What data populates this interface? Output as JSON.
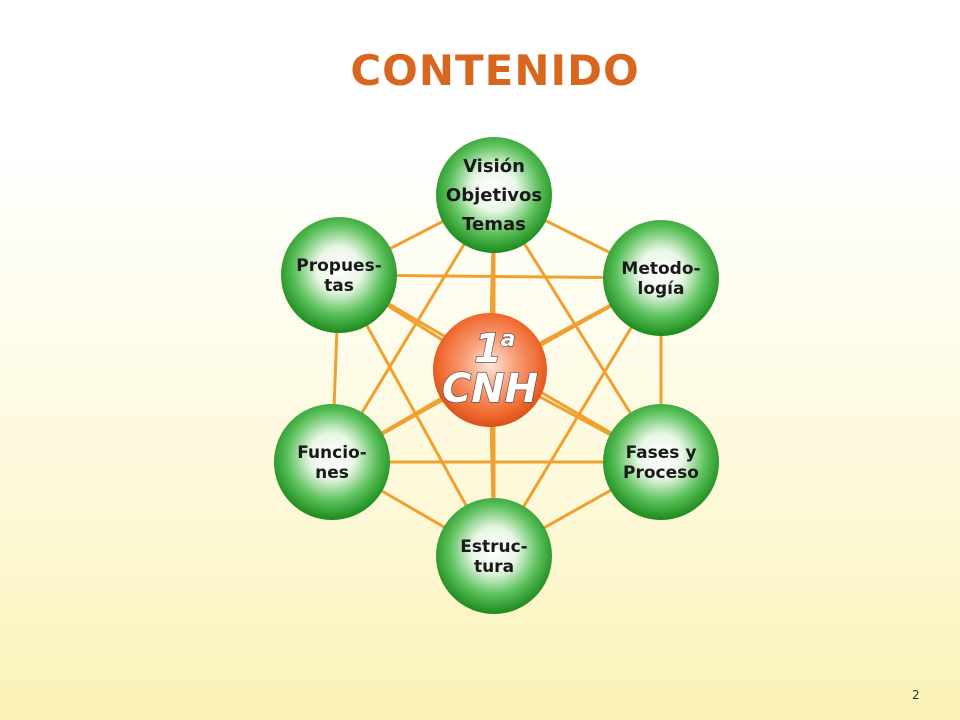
{
  "title": "CONTENIDO",
  "page_number": "2",
  "center": {
    "line1": "1",
    "superscript": "a",
    "line2": "CNH"
  },
  "nodes": [
    {
      "id": "vision",
      "lines": [
        "Visión",
        "Objetivos",
        "Temas"
      ]
    },
    {
      "id": "metodologia",
      "lines": [
        "Metodo-",
        "logía"
      ]
    },
    {
      "id": "fases",
      "lines": [
        "Fases y",
        "Proceso"
      ]
    },
    {
      "id": "estructura",
      "lines": [
        "Estruc-",
        "tura"
      ]
    },
    {
      "id": "funciones",
      "lines": [
        "Funcio-",
        "nes"
      ]
    },
    {
      "id": "propuestas",
      "lines": [
        "Propues-",
        "tas"
      ]
    }
  ],
  "colors": {
    "title": "#d9661e",
    "edge": "#f0a030",
    "node_green": "#2a9a2a",
    "center_orange": "#f06a30"
  }
}
